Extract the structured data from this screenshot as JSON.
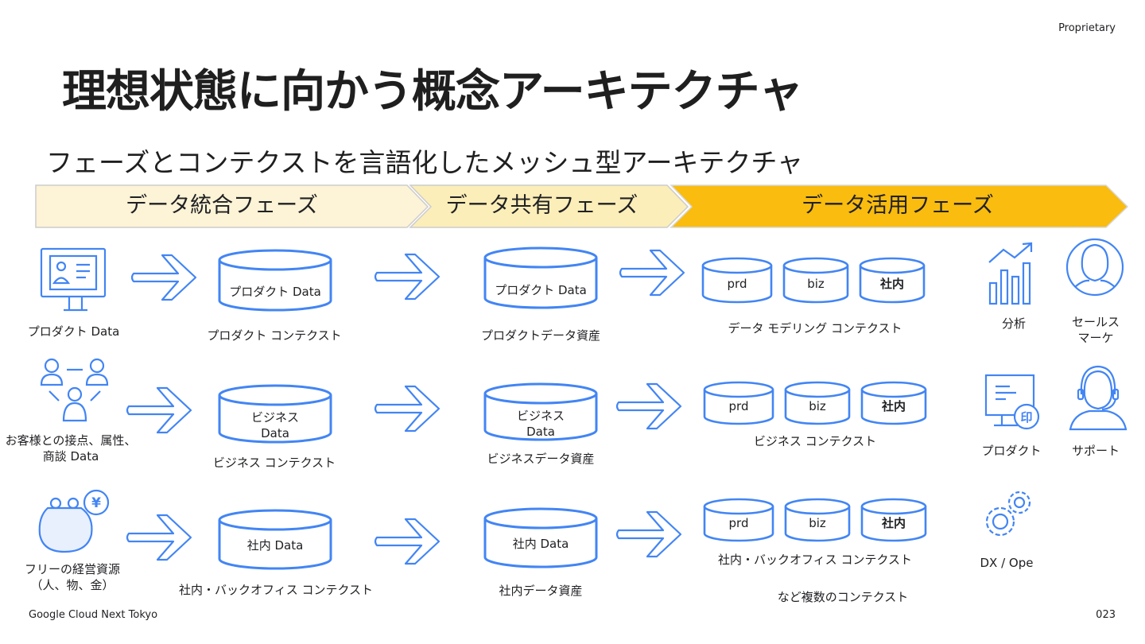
{
  "header": {
    "proprietary": "Proprietary",
    "title": "理想状態に向かう概念アーキテクチャ",
    "subtitle": "フェーズとコンテクストを言語化したメッシュ型アーキテクチャ"
  },
  "phases": [
    {
      "label": "データ統合フェーズ",
      "color": "#fdf3d6"
    },
    {
      "label": "データ共有フェーズ",
      "color": "#fceeb8"
    },
    {
      "label": "データ活用フェーズ",
      "color": "#f9bc0f"
    }
  ],
  "sources": {
    "product": "プロダクト Data",
    "business_line1": "お客様との接点、属性、",
    "business_line2": "商談 Data",
    "internal_line1": "フリーの経営資源",
    "internal_line2": "（人、物、金）",
    "yen": "¥"
  },
  "integration": {
    "product_db": "プロダクト Data",
    "product_ctx": "プロダクト コンテクスト",
    "business_db_line1": "ビジネス",
    "business_db_line2": "Data",
    "business_ctx": "ビジネス コンテクスト",
    "internal_db": "社内 Data",
    "internal_ctx": "社内・バックオフィス  コンテクスト"
  },
  "sharing": {
    "product_db": "プロダクト Data",
    "product_asset": "プロダクトデータ資産",
    "business_db_line1": "ビジネス",
    "business_db_line2": "Data",
    "business_asset": "ビジネスデータ資産",
    "internal_db": "社内 Data",
    "internal_asset": "社内データ資産"
  },
  "utilization": {
    "small_db": [
      "prd",
      "biz",
      "社内"
    ],
    "modeling_ctx": "データ モデリング  コンテクスト",
    "business_ctx": "ビジネス コンテクスト",
    "internal_ctx": "社内・バックオフィス  コンテクスト",
    "note": "など複数のコンテクスト"
  },
  "consumers": {
    "analysis": "分析",
    "sales_line1": "セールス",
    "sales_line2": "マーケ",
    "product": "プロダクト",
    "support": "サポート",
    "dxope": "DX / Ope",
    "stamp": "印"
  },
  "colors": {
    "accent_blue": "#4285f4"
  },
  "footer": {
    "event": "Google Cloud Next Tokyo",
    "page": "023"
  }
}
